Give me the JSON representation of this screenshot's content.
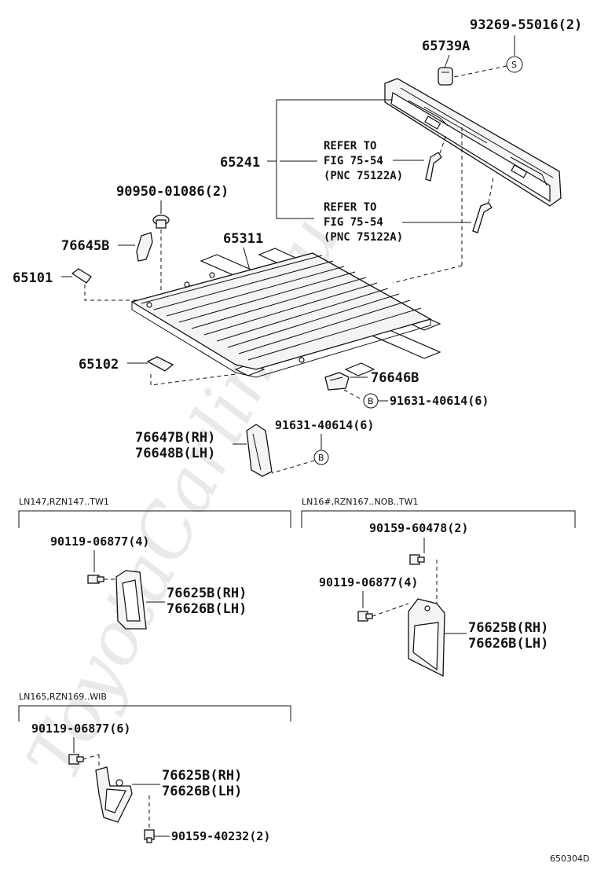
{
  "watermark": "ToyotaCarline.ru",
  "figure_code": "650304D",
  "labels": {
    "p93269": "93269-55016(2)",
    "p65739A": "65739A",
    "p65241": "65241",
    "refer1_l1": "REFER TO",
    "refer1_l2": "FIG 75-54",
    "refer1_l3": "(PNC 75122A)",
    "refer2_l1": "REFER TO",
    "refer2_l2": "FIG 75-54",
    "refer2_l3": "(PNC 75122A)",
    "p90950": "90950-01086(2)",
    "p76645B": "76645B",
    "p65311": "65311",
    "p65101": "65101",
    "p65102": "65102",
    "p76646B": "76646B",
    "p91631a": "91631-40614(6)",
    "p91631b": "91631-40614(6)",
    "p76647B": "76647B(RH)",
    "p76648B": "76648B(LH)",
    "sec1_cond": "LN147,RZN147..TW1",
    "sec1_90119": "90119-06877(4)",
    "sec1_76625B": "76625B(RH)",
    "sec1_76626B": "76626B(LH)",
    "sec2_cond": "LN16#,RZN167..NOB..TW1",
    "sec2_90159": "90159-60478(2)",
    "sec2_90119": "90119-06877(4)",
    "sec2_76625B": "76625B(RH)",
    "sec2_76626B": "76626B(LH)",
    "sec3_cond": "LN165,RZN169..WIB",
    "sec3_90119": "90119-06877(6)",
    "sec3_76625B": "76625B(RH)",
    "sec3_76626B": "76626B(LH)",
    "sec3_90159": "90159-40232(2)"
  },
  "callouts": {
    "s": "S",
    "b1": "B",
    "b2": "B"
  }
}
